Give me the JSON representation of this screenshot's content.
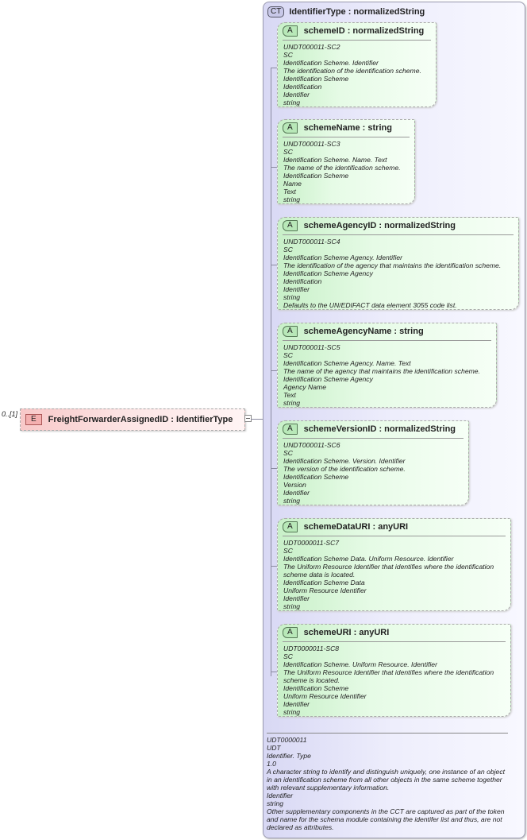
{
  "element": {
    "badge": "E",
    "occurrence": "0..[1]",
    "title": "FreightForwarderAssignedID : IdentifierType"
  },
  "complex_type": {
    "badge": "CT",
    "title": "IdentifierType : normalizedString"
  },
  "attributes": [
    {
      "badge": "A",
      "title": "schemeID : normalizedString",
      "doc": [
        "UNDT000011-SC2",
        "SC",
        "Identification Scheme. Identifier",
        "The identification of the identification scheme.",
        "Identification Scheme",
        "Identification",
        "Identifier",
        "string"
      ]
    },
    {
      "badge": "A",
      "title": "schemeName : string",
      "doc": [
        "UNDT000011-SC3",
        "SC",
        "Identification Scheme. Name. Text",
        "The name of the identification scheme.",
        "Identification Scheme",
        "Name",
        "Text",
        "string"
      ]
    },
    {
      "badge": "A",
      "title": "schemeAgencyID : normalizedString",
      "doc": [
        "UNDT000011-SC4",
        "SC",
        "Identification Scheme Agency. Identifier",
        "The identification of the agency that maintains the identification scheme.",
        "Identification Scheme Agency",
        "Identification",
        "Identifier",
        "string",
        "Defaults to the UN/EDIFACT data element 3055 code list."
      ]
    },
    {
      "badge": "A",
      "title": "schemeAgencyName : string",
      "doc": [
        "UNDT000011-SC5",
        "SC",
        "Identification Scheme Agency. Name. Text",
        "The name of the agency that maintains the identification scheme.",
        "Identification Scheme Agency",
        "Agency Name",
        "Text",
        "string"
      ]
    },
    {
      "badge": "A",
      "title": "schemeVersionID : normalizedString",
      "doc": [
        "UNDT000011-SC6",
        "SC",
        "Identification Scheme. Version. Identifier",
        "The version of the identification scheme.",
        "Identification Scheme",
        "Version",
        "Identifier",
        "string"
      ]
    },
    {
      "badge": "A",
      "title": "schemeDataURI : anyURI",
      "doc": [
        "UDT0000011-SC7",
        "SC",
        "Identification Scheme Data. Uniform Resource. Identifier",
        "The Uniform Resource Identifier that identifies where the identification scheme data is located.",
        "Identification Scheme Data",
        "Uniform Resource Identifier",
        "Identifier",
        "string"
      ]
    },
    {
      "badge": "A",
      "title": "schemeURI : anyURI",
      "doc": [
        "UDT0000011-SC8",
        "SC",
        "Identification Scheme. Uniform Resource. Identifier",
        "The Uniform Resource Identifier that identifies where the identification scheme is located.",
        "Identification Scheme",
        "Uniform Resource Identifier",
        "Identifier",
        "string"
      ]
    }
  ],
  "type_doc": [
    "UDT0000011",
    "UDT",
    "Identifier. Type",
    "1.0",
    "A character string to identify and distinguish uniquely, one instance of an object in an identification scheme from all other objects in the same scheme together with relevant supplementary information.",
    "Identifier",
    "string",
    "Other supplementary components in the CCT are captured as part of the token and name for the schema module containing the identifer list and thus, are not declared as attributes."
  ],
  "colors": {
    "element": "#f8c8c8",
    "attribute": "#c8f0c8",
    "complex_type": "#d8d8f4"
  }
}
